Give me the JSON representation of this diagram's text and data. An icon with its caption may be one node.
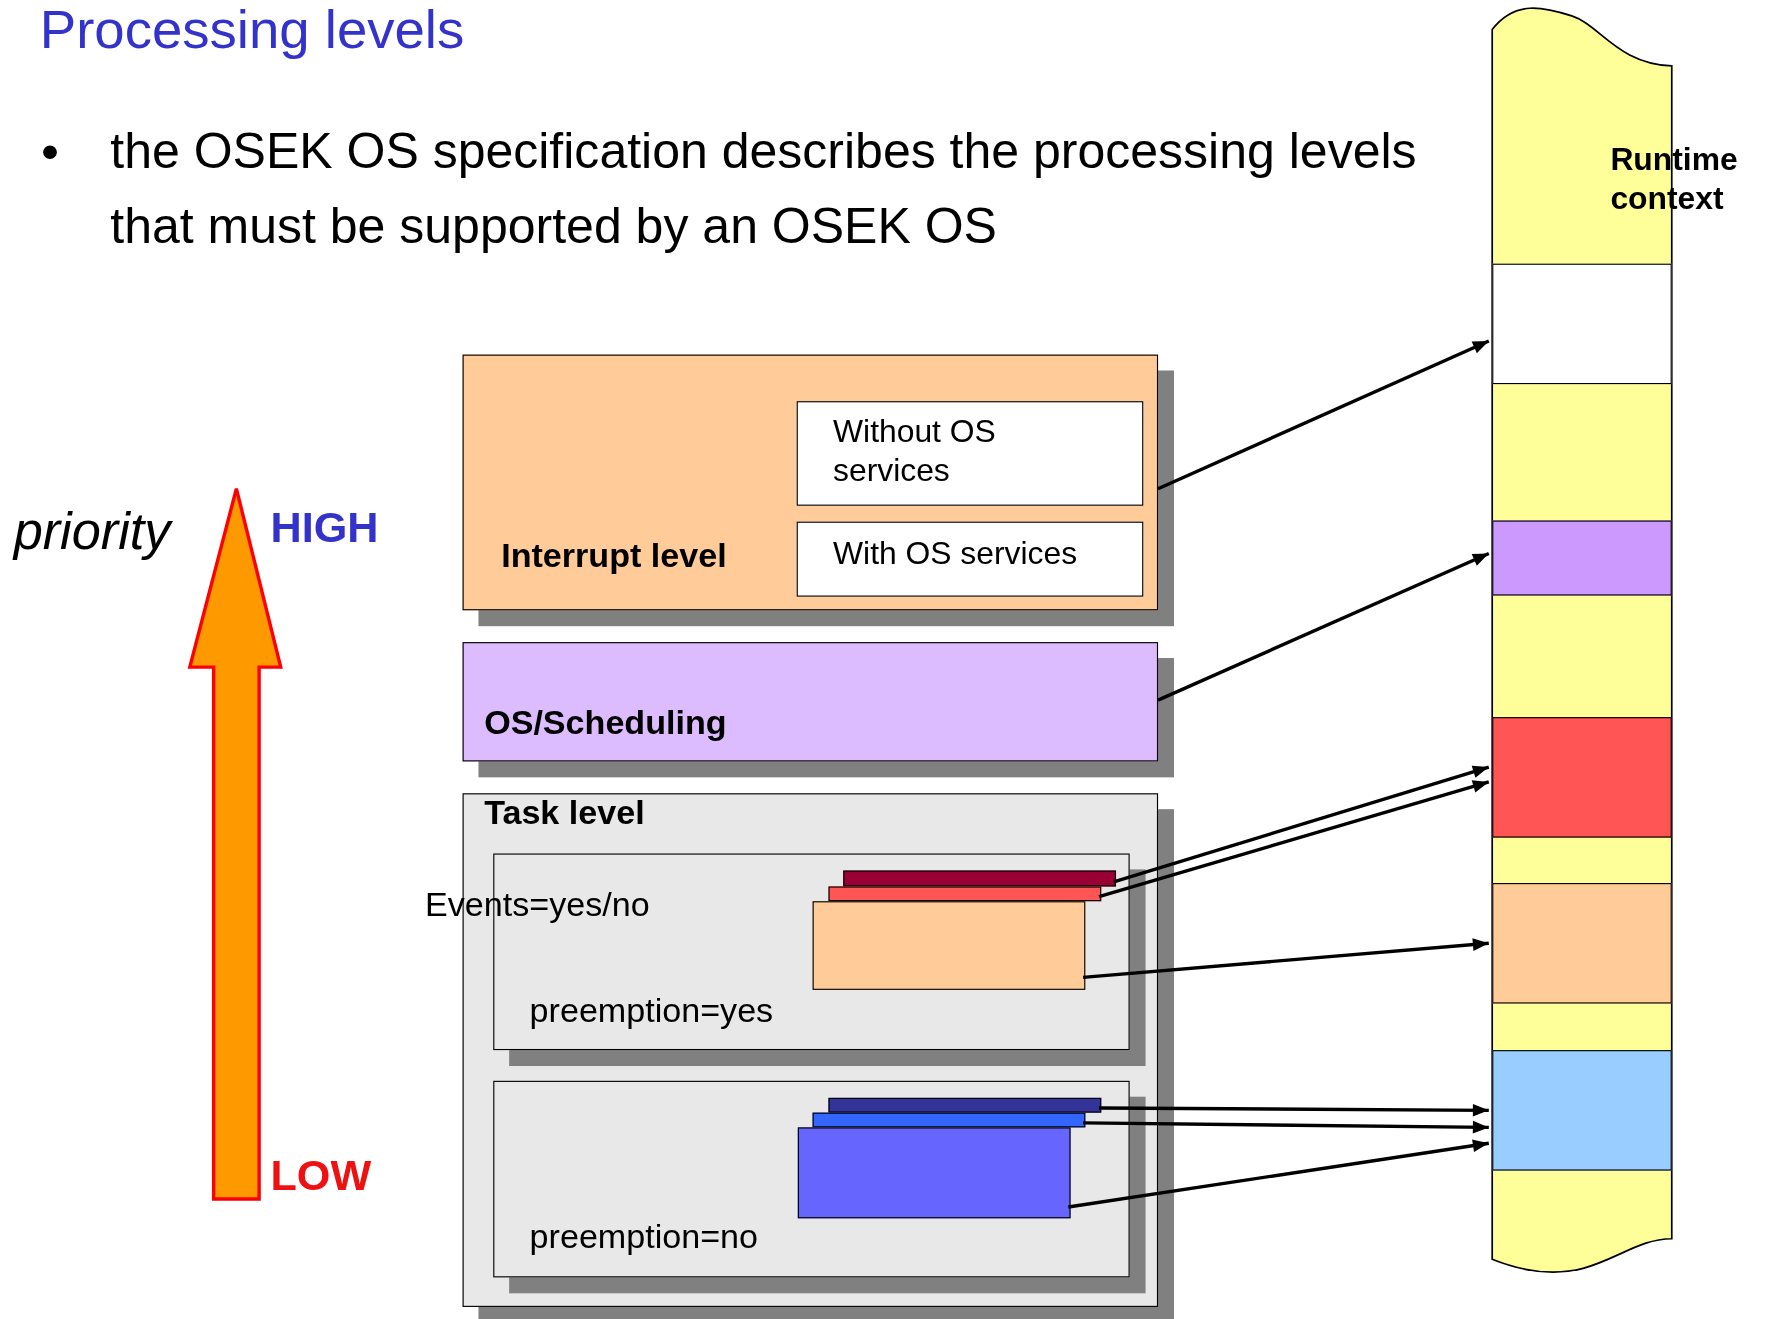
{
  "diagram": {
    "title": "Processing levels",
    "nodes": [
      {
        "text": [
          "Interrupt level"
        ]
      },
      {
        "text": [
          "Without OS services"
        ],
        "in": 0
      },
      {
        "text": [
          "With OS services"
        ],
        "in": 0
      },
      {
        "text": [
          "OS/Scheduling"
        ]
      },
      {
        "text": [
          "Task level"
        ]
      },
      {
        "text": [
          "Events=yes/no",
          "preemption=yes"
        ],
        "in": 4
      },
      {
        "text": [],
        "shape": "box",
        "in": 5
      },
      {
        "text": [],
        "shape": "box",
        "in": 5
      },
      {
        "text": [],
        "shape": "box",
        "in": 5
      },
      {
        "text": [
          "preemption=no"
        ],
        "in": 4
      },
      {
        "text": [],
        "shape": "box",
        "in": 9
      },
      {
        "text": [],
        "shape": "box",
        "in": 9
      },
      {
        "text": [],
        "shape": "box",
        "in": 9
      },
      {
        "text": [
          "Runtime context"
        ]
      },
      {
        "text": [],
        "shape": "box",
        "in": 13
      },
      {
        "text": [],
        "shape": "box",
        "in": 13
      },
      {
        "text": [],
        "shape": "box",
        "in": 13
      },
      {
        "text": [],
        "shape": "box",
        "in": 13
      },
      {
        "text": [],
        "shape": "box",
        "in": 13
      }
    ],
    "edges": [
      {
        "from": 0,
        "to": 14,
        "arrow": "to"
      },
      {
        "from": 3,
        "to": 15,
        "arrow": "to"
      },
      {
        "from": 6,
        "to": 16,
        "arrow": "to"
      },
      {
        "from": 7,
        "to": 16,
        "arrow": "to"
      },
      {
        "from": 8,
        "to": 17,
        "arrow": "to"
      },
      {
        "from": 10,
        "to": 18,
        "arrow": "to"
      },
      {
        "from": 11,
        "to": 18,
        "arrow": "to"
      },
      {
        "from": 12,
        "to": 18,
        "arrow": "to"
      }
    ],
    "labels": [
      "the OSEK OS specification describes the processing levels that must be supported by an OSEK OS",
      "priority",
      "HIGH",
      "LOW"
    ]
  }
}
